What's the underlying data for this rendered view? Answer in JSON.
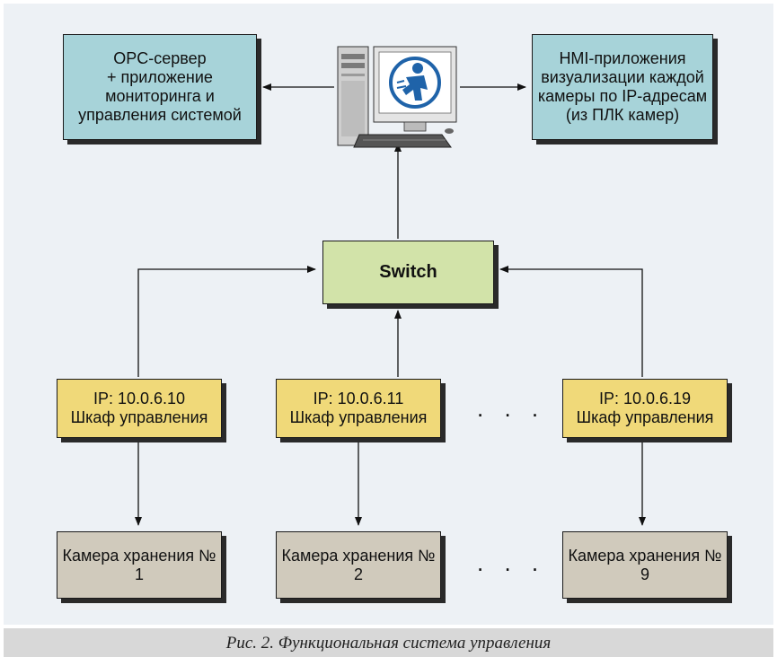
{
  "boxes": {
    "opc": {
      "lines": [
        "OPC-сервер",
        "+ приложение",
        "мониторинга и",
        "управления системой"
      ]
    },
    "hmi": {
      "lines": [
        "HMI-приложения",
        "визуализации каждой",
        "камеры по IP-адресам",
        "(из ПЛК камер)"
      ]
    },
    "switch": {
      "label": "Switch"
    },
    "cabinets": [
      {
        "ip": "IP: 10.0.6.10",
        "name": "Шкаф управления"
      },
      {
        "ip": "IP: 10.0.6.11",
        "name": "Шкаф управления"
      },
      {
        "ip": "IP: 10.0.6.19",
        "name": "Шкаф управления"
      }
    ],
    "chambers": [
      {
        "label": "Камера хранения № 1"
      },
      {
        "label": "Камера хранения № 2"
      },
      {
        "label": "Камера хранения № 9"
      }
    ]
  },
  "ellipsis": ". . .",
  "caption": "Рис. 2. Функциональная система управления",
  "colors": {
    "server_boxes": "#a7d3d9",
    "switch_box": "#d2e3a9",
    "cabinet_boxes": "#f0d979",
    "chamber_boxes": "#d0cabc",
    "background": "#edf1f5"
  },
  "icons": [
    "computer-workstation-icon",
    "client-logo-icon"
  ]
}
